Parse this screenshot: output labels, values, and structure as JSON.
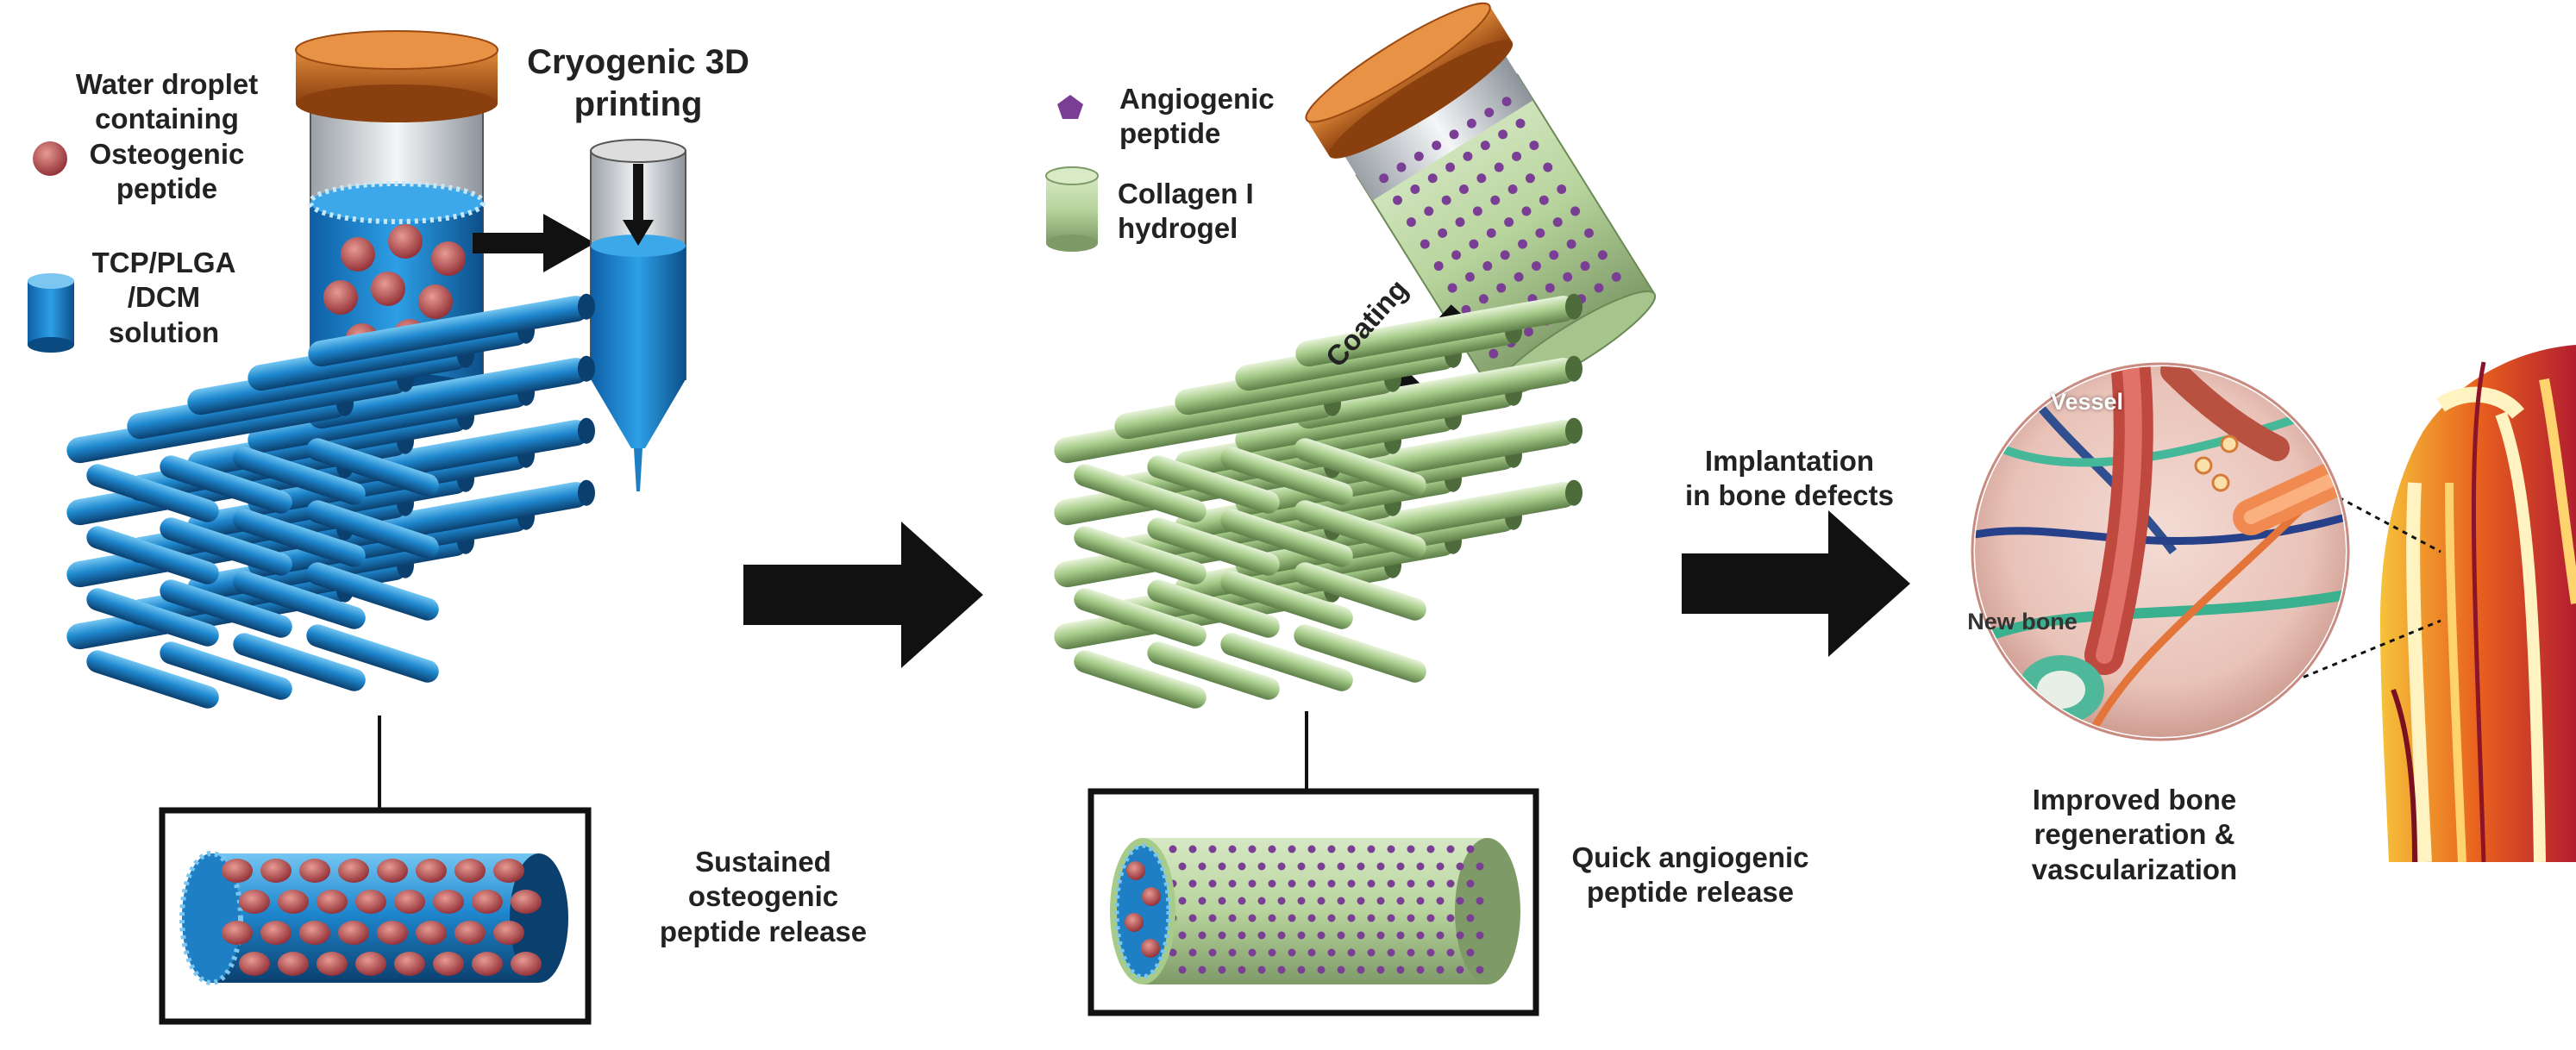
{
  "legend_left": {
    "droplet_label": "Water droplet\ncontaining\nOsteogenic\npeptide",
    "solution_label": "TCP/PLGA\n/DCM\nsolution"
  },
  "step1": {
    "printing_label": "Cryogenic 3D\nprinting"
  },
  "legend_mid": {
    "angiogenic_label": "Angiogenic\npeptide",
    "collagen_label": "Collagen I\nhydrogel"
  },
  "coating_label": "Coating",
  "implantation_label": "Implantation\nin bone defects",
  "inset": {
    "vessel_label": "Vessel",
    "new_bone_label": "New bone"
  },
  "captions": {
    "sustained": "Sustained\nosteogenic\npeptide release",
    "quick": "Quick angiogenic\npeptide release",
    "improved": "Improved bone\nregeneration &\nvascularization"
  },
  "colors": {
    "blue_strut": "#1f7fc4",
    "green_strut": "#a7cc8a",
    "orange_cap": "#c8661e",
    "droplet": "#b5464a",
    "angiogenic": "#7a3f95"
  }
}
